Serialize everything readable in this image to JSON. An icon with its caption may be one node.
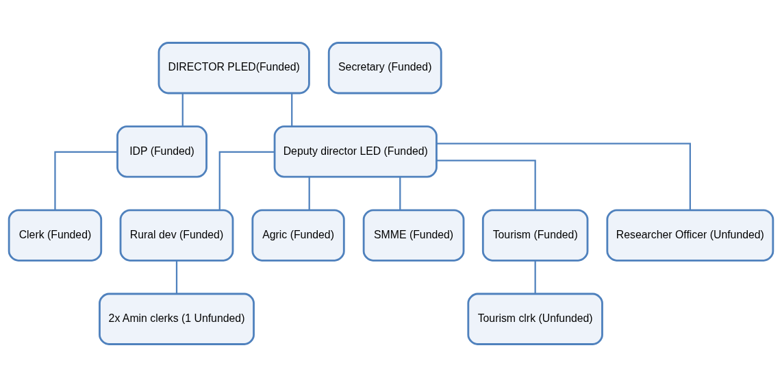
{
  "diagram": {
    "nodes": [
      {
        "text": [
          "DIRECTOR PLED(Funded)"
        ]
      },
      {
        "text": [
          "Secretary (Funded)"
        ]
      },
      {
        "text": [
          "IDP (Funded)"
        ]
      },
      {
        "text": [
          "Deputy director LED (Funded)"
        ]
      },
      {
        "text": [
          "Clerk (Funded)"
        ]
      },
      {
        "text": [
          "Rural dev (Funded)"
        ]
      },
      {
        "text": [
          "Agric (Funded)"
        ]
      },
      {
        "text": [
          "SMME (Funded)"
        ]
      },
      {
        "text": [
          "Tourism (Funded)"
        ]
      },
      {
        "text": [
          "Researcher Officer (Unfunded)"
        ]
      },
      {
        "text": [
          "2x Amin clerks (1 Unfunded)"
        ]
      },
      {
        "text": [
          "Tourism clrk (Unfunded)"
        ]
      }
    ],
    "edges": [
      {
        "from": 0,
        "to": 2,
        "arrow": "none"
      },
      {
        "from": 0,
        "to": 3,
        "arrow": "none"
      },
      {
        "from": 2,
        "to": 4,
        "arrow": "none"
      },
      {
        "from": 3,
        "to": 5,
        "arrow": "none"
      },
      {
        "from": 3,
        "to": 6,
        "arrow": "none"
      },
      {
        "from": 3,
        "to": 7,
        "arrow": "none"
      },
      {
        "from": 3,
        "to": 8,
        "arrow": "none"
      },
      {
        "from": 3,
        "to": 9,
        "arrow": "none"
      },
      {
        "from": 5,
        "to": 10,
        "arrow": "none"
      },
      {
        "from": 8,
        "to": 11,
        "arrow": "none"
      }
    ]
  }
}
